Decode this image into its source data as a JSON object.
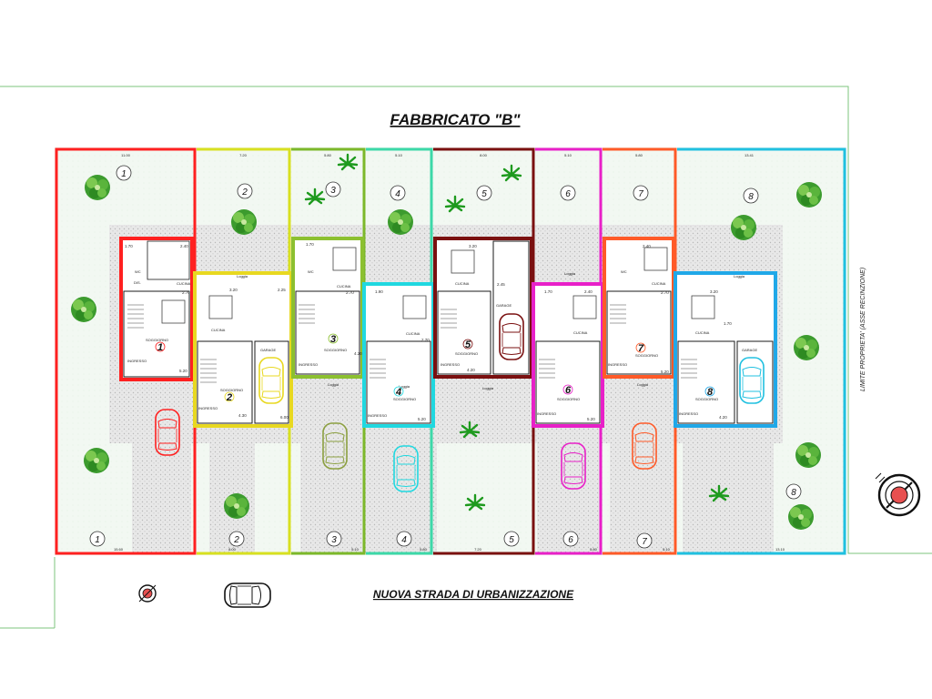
{
  "title": "FABBRICATO \"B\"",
  "road_label": "NUOVA STRADA DI URBANIZZAZIONE",
  "boundary_label": "LIMITE PROPRIETA' (ASSE RECINZIONE)",
  "colors": {
    "boundary_green": "#7cc67c",
    "road_green": "#a8d8a8",
    "lot_fill": "#eef6ee",
    "paving": "#d4d4d4",
    "wall": "#1a1a1a",
    "tree": "#3c9b2e"
  },
  "lots": [
    {
      "number": "1",
      "color": "#ff2020",
      "top_width": "11.00",
      "bottom_width": "15.60"
    },
    {
      "number": "2",
      "color": "#d8e020",
      "top_width": "7.20",
      "bottom_width": "8.00"
    },
    {
      "number": "3",
      "color": "#7cb82a",
      "top_width": "5.80",
      "bottom_width": "5.10"
    },
    {
      "number": "4",
      "color": "#3cd8a8",
      "top_width": "5.10",
      "bottom_width": "5.80"
    },
    {
      "number": "5",
      "color": "#7a1010",
      "top_width": "8.00",
      "bottom_width": "7.20"
    },
    {
      "number": "6",
      "color": "#e820c8",
      "top_width": "5.10",
      "bottom_width": "5.80"
    },
    {
      "number": "7",
      "color": "#ff5a28",
      "top_width": "5.80",
      "bottom_width": "5.10"
    },
    {
      "number": "8",
      "color": "#20c0e0",
      "top_width": "13.41",
      "bottom_width": "13.10"
    }
  ],
  "units": [
    {
      "number": "1",
      "color": "#ff2020",
      "labels": {
        "kitchen": "CUCINA",
        "living": "SOGGIORNO",
        "entry": "INGRESSO",
        "bath": "WC",
        "hall": "DIS."
      },
      "dims": [
        "2.40",
        "2.70",
        "5.20",
        "1.70"
      ]
    },
    {
      "number": "2",
      "color": "#e8d820",
      "labels": {
        "kitchen": "CUCINA",
        "living": "SOGGIORNO",
        "entry": "INGRESSO",
        "garage": "GARAGE",
        "loggia": "Loggia"
      },
      "dims": [
        "3.20",
        "4.30",
        "6.00",
        "2.25"
      ]
    },
    {
      "number": "3",
      "color": "#8cc030",
      "labels": {
        "kitchen": "CUCINA",
        "living": "SOGGIORNO",
        "entry": "INGRESSO",
        "bath": "WC",
        "loggia": "Loggia"
      },
      "dims": [
        "2.70",
        "4.20",
        "1.70"
      ]
    },
    {
      "number": "4",
      "color": "#20d8e0",
      "labels": {
        "kitchen": "CUCINA",
        "living": "SOGGIORNO",
        "entry": "INGRESSO",
        "loggia": "Loggia"
      },
      "dims": [
        "2.70",
        "5.20",
        "1.90"
      ]
    },
    {
      "number": "5",
      "color": "#7a1010",
      "labels": {
        "kitchen": "CUCINA",
        "living": "SOGGIORNO",
        "entry": "INGRESSO",
        "garage": "GARAGE",
        "loggia": "Loggia"
      },
      "dims": [
        "3.20",
        "4.20",
        "2.45"
      ]
    },
    {
      "number": "6",
      "color": "#e820c8",
      "labels": {
        "kitchen": "CUCINA",
        "living": "SOGGIORNO",
        "entry": "INGRESSO",
        "loggia": "Loggia"
      },
      "dims": [
        "2.40",
        "5.20",
        "1.70"
      ]
    },
    {
      "number": "7",
      "color": "#ff5a28",
      "labels": {
        "kitchen": "CUCINA",
        "living": "SOGGIORNO",
        "entry": "INGRESSO",
        "bath": "WC",
        "loggia": "Loggia"
      },
      "dims": [
        "2.40",
        "2.70",
        "5.20"
      ]
    },
    {
      "number": "8",
      "color": "#20a8e8",
      "labels": {
        "kitchen": "CUCINA",
        "living": "SOGGIORNO",
        "entry": "INGRESSO",
        "garage": "GARAGE",
        "loggia": "Loggia"
      },
      "dims": [
        "3.20",
        "1.70",
        "4.20"
      ]
    }
  ],
  "bottom_lot_numbers": [
    "1",
    "2",
    "3",
    "4",
    "5",
    "6",
    "7",
    "8"
  ]
}
